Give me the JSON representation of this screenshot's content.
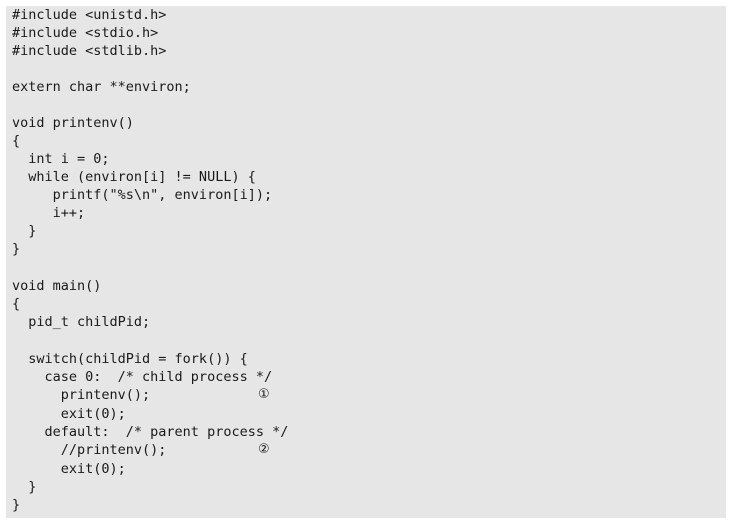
{
  "code": {
    "lines": [
      "#include <unistd.h>",
      "#include <stdio.h>",
      "#include <stdlib.h>",
      "",
      "extern char **environ;",
      "",
      "void printenv()",
      "{",
      "  int i = 0;",
      "  while (environ[i] != NULL) {",
      "     printf(\"%s\\n\", environ[i]);",
      "     i++;",
      "  }",
      "}",
      "",
      "void main()",
      "{",
      "  pid_t childPid;",
      "",
      "  switch(childPid = fork()) {",
      "    case 0:  /* child process */",
      "      printenv();",
      "      exit(0);",
      "    default:  /* parent process */",
      "      //printenv();",
      "      exit(0);",
      "  }",
      "}"
    ],
    "markers": {
      "one": "①",
      "two": "②"
    }
  }
}
